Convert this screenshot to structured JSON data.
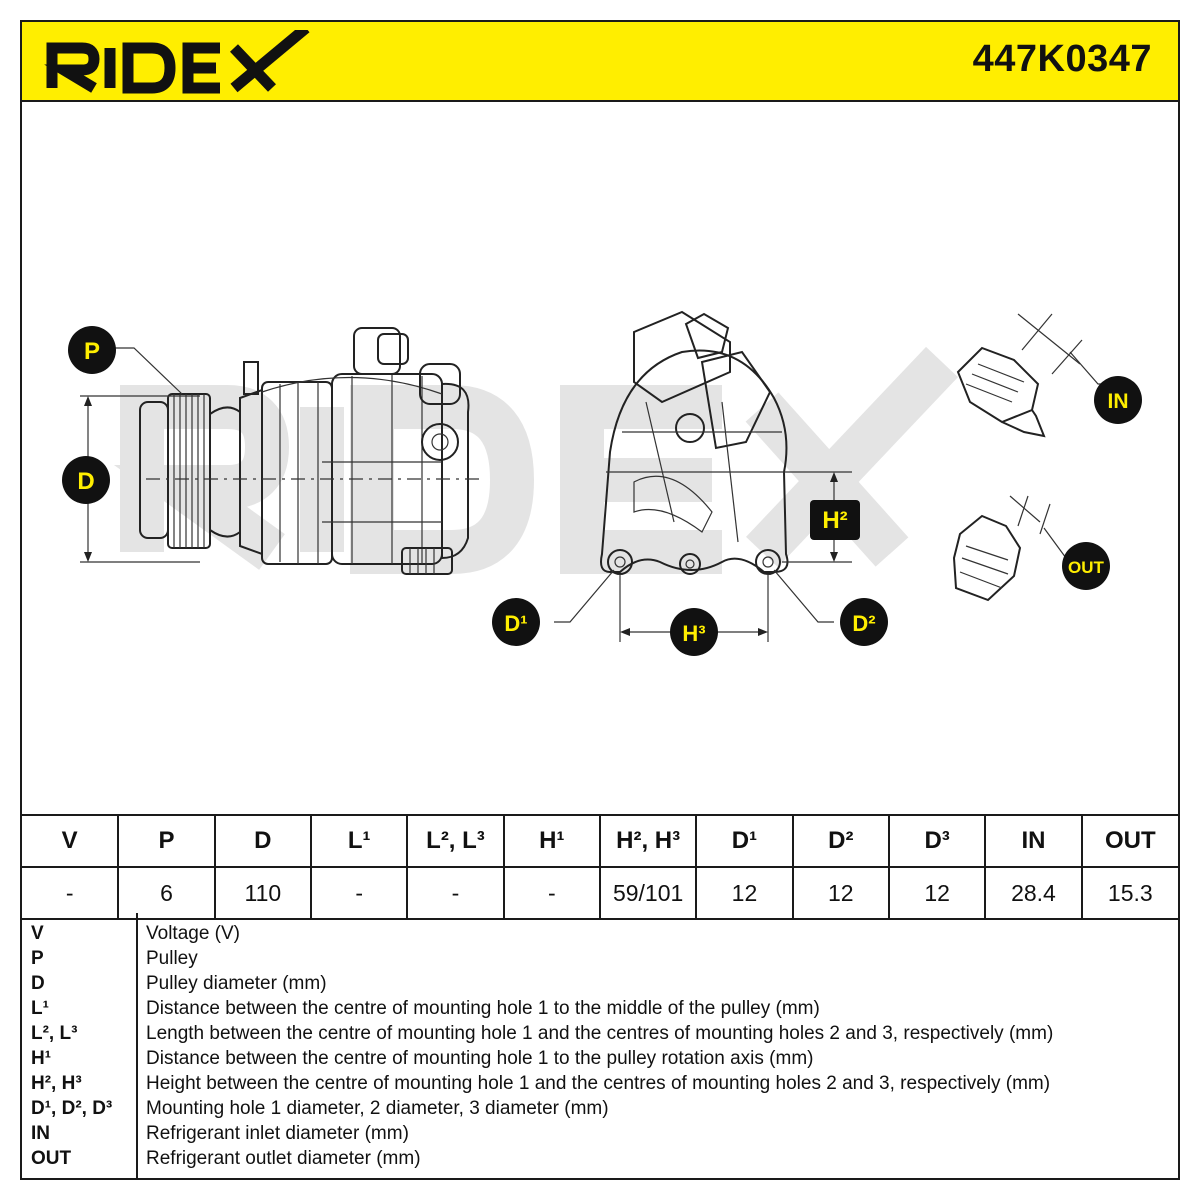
{
  "header": {
    "brand": "RIDEX",
    "part_number": "447K0347"
  },
  "watermark": "RIDEX",
  "colors": {
    "brand_yellow": "#ffee00",
    "ink": "#111111"
  },
  "callouts": {
    "p": "P",
    "d": "D",
    "h2": "H²",
    "h3": "H³",
    "d1": "D¹",
    "d2": "D²",
    "in": "IN",
    "out": "OUT"
  },
  "spec_table": {
    "headers": [
      "V",
      "P",
      "D",
      "L¹",
      "L², L³",
      "H¹",
      "H², H³",
      "D¹",
      "D²",
      "D³",
      "IN",
      "OUT"
    ],
    "values": [
      "-",
      "6",
      "110",
      "-",
      "-",
      "-",
      "59/101",
      "12",
      "12",
      "12",
      "28.4",
      "15.3"
    ]
  },
  "legend": [
    {
      "key": "V",
      "desc": "Voltage (V)"
    },
    {
      "key": "P",
      "desc": "Pulley"
    },
    {
      "key": "D",
      "desc": "Pulley diameter (mm)"
    },
    {
      "key": "L¹",
      "desc": "Distance between the centre of mounting hole 1 to the middle of the pulley (mm)"
    },
    {
      "key": "L², L³",
      "desc": "Length between the centre of mounting hole 1 and the centres of mounting holes 2 and 3, respectively (mm)"
    },
    {
      "key": "H¹",
      "desc": "Distance between the centre of mounting hole 1 to the pulley rotation axis (mm)"
    },
    {
      "key": "H², H³",
      "desc": "Height between the centre of mounting hole 1 and the centres of mounting holes 2 and 3, respectively (mm)"
    },
    {
      "key": "D¹, D², D³",
      "desc": "Mounting hole 1 diameter, 2 diameter, 3 diameter (mm)"
    },
    {
      "key": "IN",
      "desc": "Refrigerant inlet diameter (mm)"
    },
    {
      "key": "OUT",
      "desc": "Refrigerant outlet diameter (mm)"
    }
  ]
}
